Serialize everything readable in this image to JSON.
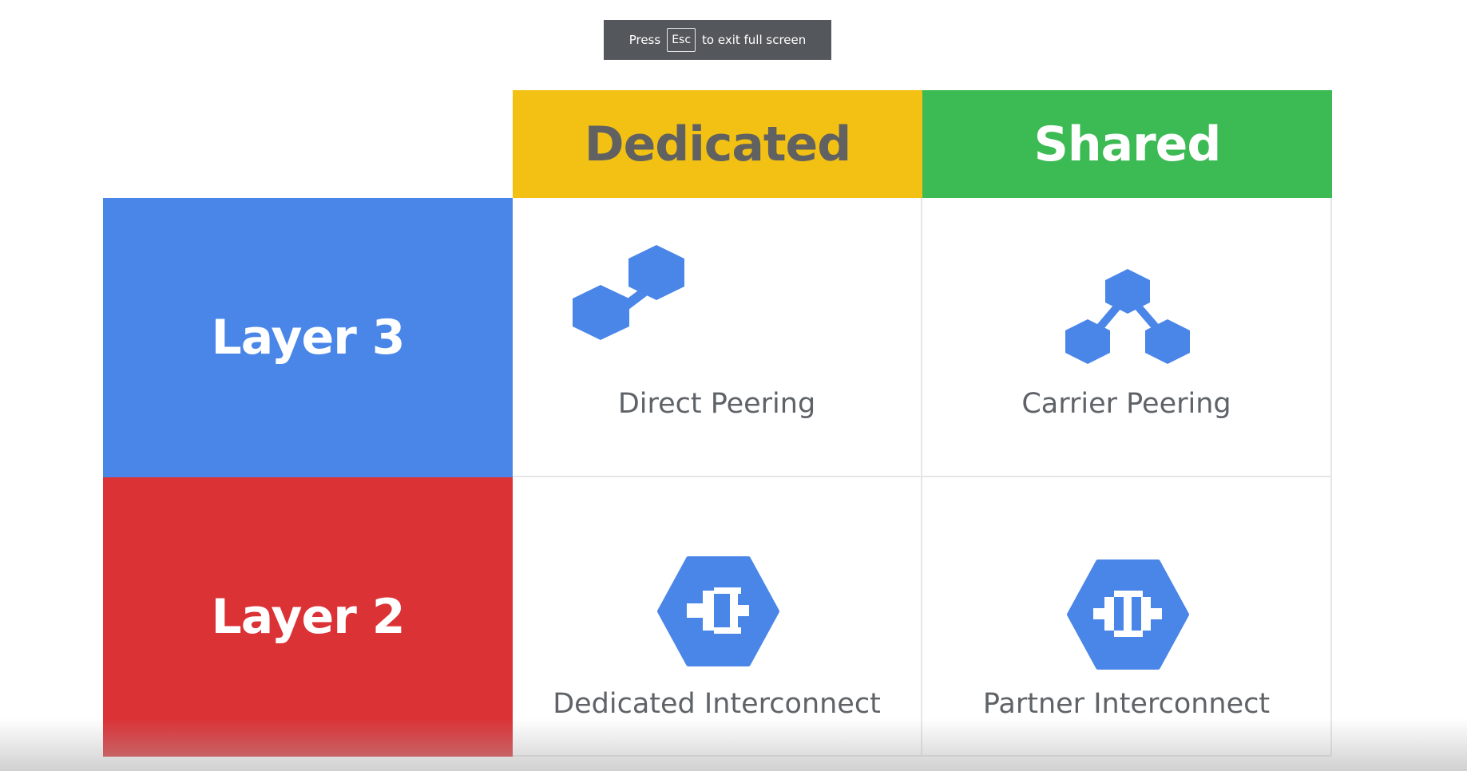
{
  "toast": {
    "press": "Press",
    "key": "Esc",
    "rest": "to exit full screen"
  },
  "columns": {
    "dedicated": "Dedicated",
    "shared": "Shared"
  },
  "rows": {
    "layer3": "Layer 3",
    "layer2": "Layer 2"
  },
  "options": {
    "direct_peering": "Direct Peering",
    "carrier_peering": "Carrier Peering",
    "dedicated_interconnect": "Dedicated Interconnect",
    "partner_interconnect": "Partner Interconnect"
  },
  "colors": {
    "dedicated_header": "#f2c114",
    "shared_header": "#3cba54",
    "layer3_row": "#4a86e8",
    "layer2_row": "#db3236",
    "icon_blue": "#4a86e8",
    "label_gray": "#5f6368"
  },
  "icons": {
    "direct_peering": "two-hexagons-linked-icon",
    "carrier_peering": "three-hexagons-triangle-icon",
    "dedicated_interconnect": "interconnect-hexagon-icon",
    "partner_interconnect": "partner-interconnect-hexagon-icon"
  }
}
